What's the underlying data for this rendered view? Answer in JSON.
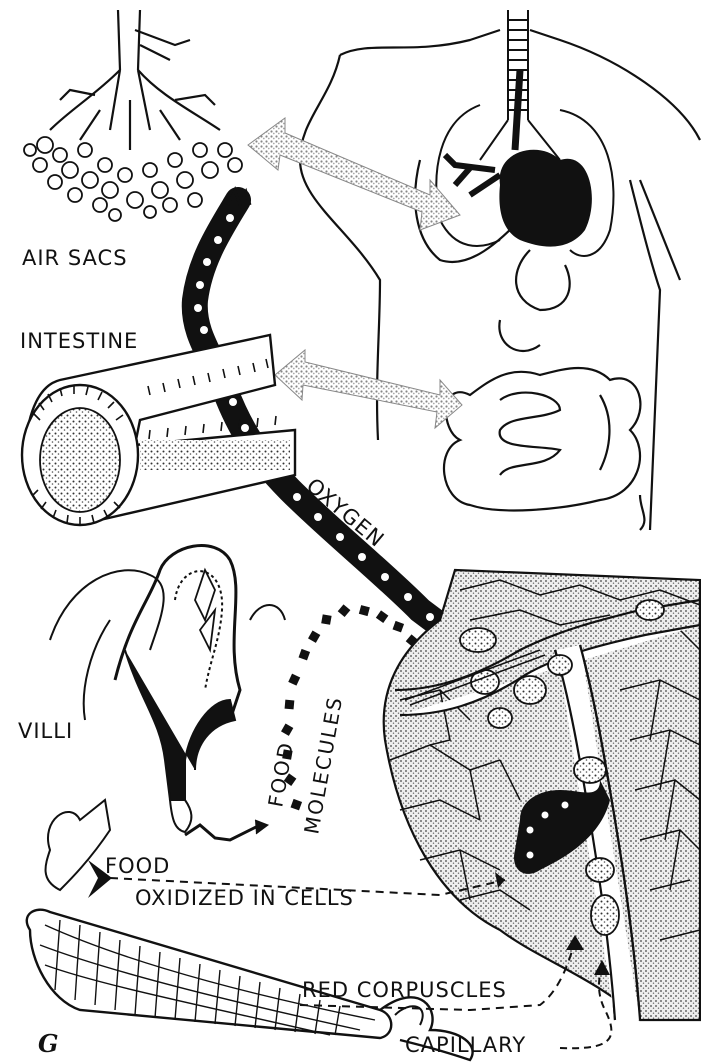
{
  "labels": {
    "air_sacs": "AIR SACS",
    "intestine": "INTESTINE",
    "oxygen": "OXYGEN",
    "villi": "VILLI",
    "food_molecules_line1": "FOOD",
    "food_molecules_line2": "MOLECULES",
    "food_line1": "FOOD",
    "food_line2": "OXIDIZED IN CELLS",
    "red_corpuscles": "RED CORPUSCLES",
    "capillary": "CAPILLARY",
    "figure_letter": "G"
  },
  "colors": {
    "ink": "#111111",
    "paper": "#ffffff",
    "stipple": "#999999"
  }
}
